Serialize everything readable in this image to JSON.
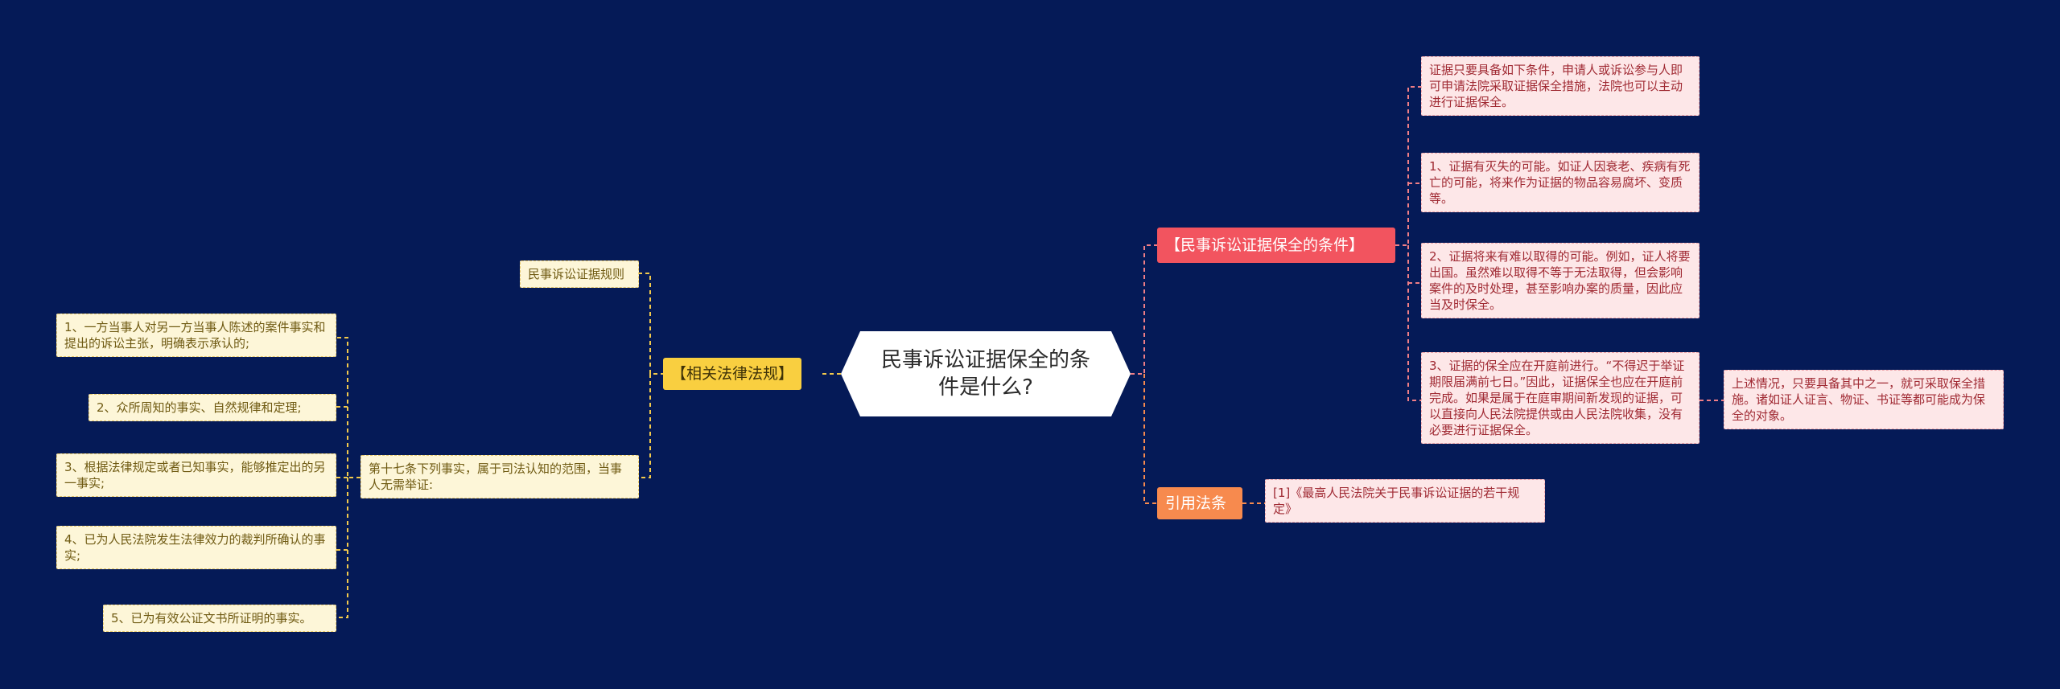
{
  "center": {
    "title": "民事诉讼证据保全的条件是什么?"
  },
  "left_branch": {
    "label": "【相关法律法规】",
    "rule_title": "民事诉讼证据规则",
    "article17": "第十七条下列事实，属于司法认知的范围，当事人无需举证:",
    "items": [
      "1、一方当事人对另一方当事人陈述的案件事实和提出的诉讼主张，明确表示承认的;",
      "2、众所周知的事实、自然规律和定理;",
      "3、根据法律规定或者已知事实，能够推定出的另一事实;",
      "4、已为人民法院发生法律效力的裁判所确认的事实;",
      "5、已为有效公证文书所证明的事实。"
    ]
  },
  "right_branch": {
    "label": "【民事诉讼证据保全的条件】",
    "items": [
      "证据只要具备如下条件，申请人或诉讼参与人即可申请法院采取证据保全措施，法院也可以主动进行证据保全。",
      "1、证据有灭失的可能。如证人因衰老、疾病有死亡的可能，将来作为证据的物品容易腐坏、变质等。",
      "2、证据将来有难以取得的可能。例如，证人将要出国。虽然难以取得不等于无法取得，但会影响案件的及时处理，甚至影响办案的质量，因此应当及时保全。",
      "3、证据的保全应在开庭前进行。“不得迟于举证期限届满前七日。”因此，证据保全也应在开庭前完成。如果是属于在庭审期间新发现的证据，可以直接向人民法院提供或由人民法院收集，没有必要进行证据保全。"
    ],
    "summary": "上述情况，只要具备其中之一，就可采取保全措施。诸如证人证言、物证、书证等都可能成为保全的对象。"
  },
  "citation_branch": {
    "label": "引用法条",
    "item": "[1]《最高人民法院关于民事诉讼证据的若干规定》"
  },
  "colors": {
    "background": "#051a57",
    "yellow": "#f9cf40",
    "red": "#f2545f",
    "orange": "#f78a4e",
    "yellow_link": "#f2c94c",
    "pink_link": "#f07e86",
    "orange_link": "#f78a4e"
  }
}
